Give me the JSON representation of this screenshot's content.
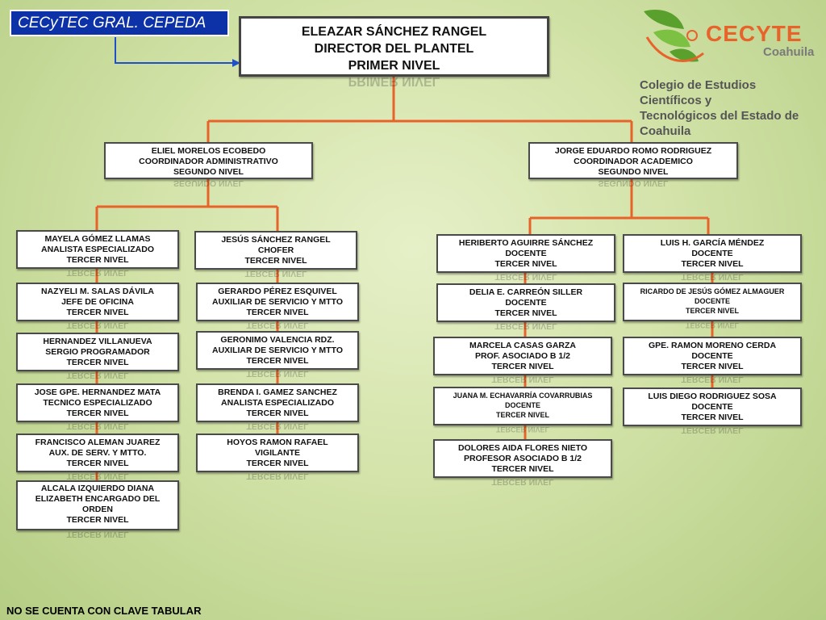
{
  "campus_label": "CECyTEC GRAL. CEPEDA",
  "logo": {
    "brand": "CECYTE",
    "region": "Coahuila",
    "description_line1": "Colegio de Estudios Científicos y",
    "description_line2": "Tecnológicos del Estado de Coahuila"
  },
  "colors": {
    "connector": "#e8632a",
    "campus_bg": "#0d32a8",
    "brand_orange": "#e8632a",
    "brand_green": "#5aa02c"
  },
  "director": {
    "name": "ELEAZAR SÁNCHEZ RANGEL",
    "role": "DIRECTOR DEL PLANTEL",
    "level": "PRIMER NIVEL"
  },
  "coordinators": [
    {
      "name": "ELIEL MORELOS ECOBEDO",
      "role": "COORDINADOR ADMINISTRATIVO",
      "level": "SEGUNDO NIVEL"
    },
    {
      "name": "JORGE EDUARDO ROMO RODRIGUEZ",
      "role": "COORDINADOR ACADEMICO",
      "level": "SEGUNDO NIVEL"
    }
  ],
  "admin_col1": [
    {
      "lines": [
        "MAYELA GÓMEZ LLAMAS",
        "ANALISTA ESPECIALIZADO",
        "TERCER NIVEL"
      ]
    },
    {
      "lines": [
        "NAZYELI M. SALAS DÁVILA",
        "JEFE DE OFICINA",
        "TERCER NIVEL"
      ]
    },
    {
      "lines": [
        "HERNANDEZ VILLANUEVA",
        "SERGIO PROGRAMADOR",
        "TERCER NIVEL"
      ]
    },
    {
      "lines": [
        "JOSE GPE. HERNANDEZ MATA",
        "TECNICO ESPECIALIZADO",
        "TERCER NIVEL"
      ]
    },
    {
      "lines": [
        "FRANCISCO ALEMAN JUAREZ",
        "AUX. DE SERV. Y MTTO.",
        "TERCER NIVEL"
      ]
    },
    {
      "lines": [
        "ALCALA IZQUIERDO DIANA",
        "ELIZABETH ENCARGADO DEL",
        "ORDEN",
        "TERCER NIVEL"
      ]
    }
  ],
  "admin_col2": [
    {
      "lines": [
        "JESÚS SÁNCHEZ RANGEL",
        "CHOFER",
        "TERCER NIVEL"
      ]
    },
    {
      "lines": [
        "GERARDO PÉREZ ESQUIVEL",
        "AUXILIAR DE SERVICIO Y MTTO",
        "TERCER NIVEL"
      ]
    },
    {
      "lines": [
        "GERONIMO VALENCIA RDZ.",
        "AUXILIAR DE SERVICIO Y MTTO",
        "TERCER NIVEL"
      ]
    },
    {
      "lines": [
        "BRENDA I. GAMEZ SANCHEZ",
        "ANALISTA ESPECIALIZADO",
        "TERCER NIVEL"
      ]
    },
    {
      "lines": [
        "HOYOS RAMON RAFAEL",
        "VIGILANTE",
        "TERCER NIVEL"
      ]
    }
  ],
  "acad_col1": [
    {
      "lines": [
        "HERIBERTO AGUIRRE SÁNCHEZ",
        "DOCENTE",
        "TERCER NIVEL"
      ]
    },
    {
      "lines": [
        "DELIA E. CARREÓN SILLER",
        "DOCENTE",
        "TERCER NIVEL"
      ]
    },
    {
      "lines": [
        "MARCELA CASAS GARZA",
        "PROF. ASOCIADO B 1/2",
        "TERCER NIVEL"
      ]
    },
    {
      "lines": [
        "JUANA M. ECHAVARRÍA COVARRUBIAS",
        "DOCENTE",
        "TERCER NIVEL"
      ]
    },
    {
      "lines": [
        "DOLORES AIDA FLORES NIETO",
        "PROFESOR ASOCIADO B 1/2",
        "TERCER NIVEL"
      ]
    }
  ],
  "acad_col2": [
    {
      "lines": [
        "LUIS H. GARCÍA MÉNDEZ",
        "DOCENTE",
        "TERCER NIVEL"
      ]
    },
    {
      "lines": [
        "RICARDO DE JESÚS GÓMEZ ALMAGUER",
        "DOCENTE",
        "TERCER NIVEL"
      ]
    },
    {
      "lines": [
        "GPE. RAMON MORENO CERDA",
        "DOCENTE",
        "TERCER NIVEL"
      ]
    },
    {
      "lines": [
        "LUIS DIEGO RODRIGUEZ SOSA",
        "DOCENTE",
        "TERCER NIVEL"
      ]
    }
  ],
  "footer_note": "NO SE CUENTA CON CLAVE TABULAR"
}
